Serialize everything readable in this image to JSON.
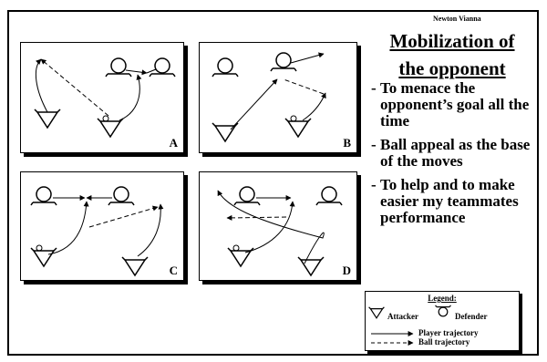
{
  "author": "Newton Vianna",
  "title_line1": "Mobilization of",
  "title_line2": "the opponent",
  "bullets": [
    "To menace the opponent’s goal all the time",
    "Ball appeal as the base of the moves",
    "To help and to make easier my teammates performance"
  ],
  "panels": [
    "A",
    "B",
    "C",
    "D"
  ],
  "legend": {
    "title": "Legend:",
    "attacker": "Attacker",
    "defender": "Defender",
    "player_trajectory": "Player trajectory",
    "ball_trajectory": "Ball trajectory"
  }
}
